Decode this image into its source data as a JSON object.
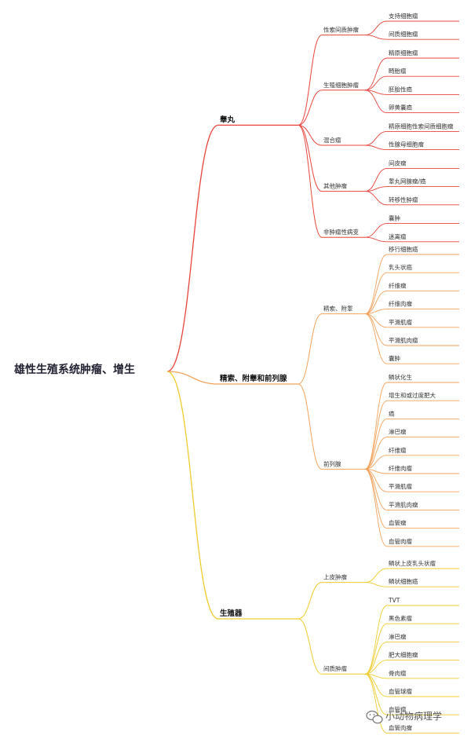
{
  "title": "雄性生殖系统肿瘤、增生",
  "colors": {
    "red": "#e8443c",
    "orange": "#f2a25c",
    "yellow": "#f0cc2e"
  },
  "watermark": {
    "icon": "wechat-icon",
    "text": "小动物病理学"
  },
  "branches": [
    {
      "label": "睾丸",
      "color": "#e8443c",
      "groups": [
        {
          "label": "性索间质肿瘤",
          "leaves": [
            "支持细胞瘤",
            "间质细胞瘤"
          ]
        },
        {
          "label": "生殖细胞肿瘤",
          "leaves": [
            "精原细胞瘤",
            "畸胎瘤",
            "胚胎性癌",
            "卵黄囊癌"
          ]
        },
        {
          "label": "混合瘤",
          "leaves": [
            "精原细胞性索间质细胞瘤",
            "性腺母细胞瘤"
          ]
        },
        {
          "label": "其他肿瘤",
          "leaves": [
            "间皮瘤",
            "睾丸网腺瘤/癌",
            "转移性肿瘤"
          ]
        },
        {
          "label": "非肿瘤性病变",
          "leaves": [
            "囊肿",
            "迷离瘤"
          ]
        }
      ]
    },
    {
      "label": "精索、附睾和前列腺",
      "color": "#f2a25c",
      "groups": [
        {
          "label": "精索、附睾",
          "leaves": [
            "移行细胞癌",
            "乳头状癌",
            "纤维瘤",
            "纤维肉瘤",
            "平滑肌瘤",
            "平滑肌肉瘤",
            "囊肿"
          ]
        },
        {
          "label": "前列腺",
          "leaves": [
            "鳞状化生",
            "增生和或过度肥大",
            "癌",
            "淋巴瘤",
            "纤维瘤",
            "纤维肉瘤",
            "平滑肌瘤",
            "平滑肌肉瘤",
            "血管瘤",
            "血管肉瘤"
          ]
        }
      ]
    },
    {
      "label": "生殖器",
      "color": "#f0cc2e",
      "groups": [
        {
          "label": "上皮肿瘤",
          "leaves": [
            "鳞状上皮乳头状瘤",
            "鳞状细胞癌"
          ]
        },
        {
          "label": "间质肿瘤",
          "leaves": [
            "TVT",
            "黑色素瘤",
            "淋巴瘤",
            "肥大细胞瘤",
            "骨肉瘤",
            "血管球瘤",
            "血管瘤",
            "血管肉瘤"
          ]
        }
      ]
    }
  ]
}
